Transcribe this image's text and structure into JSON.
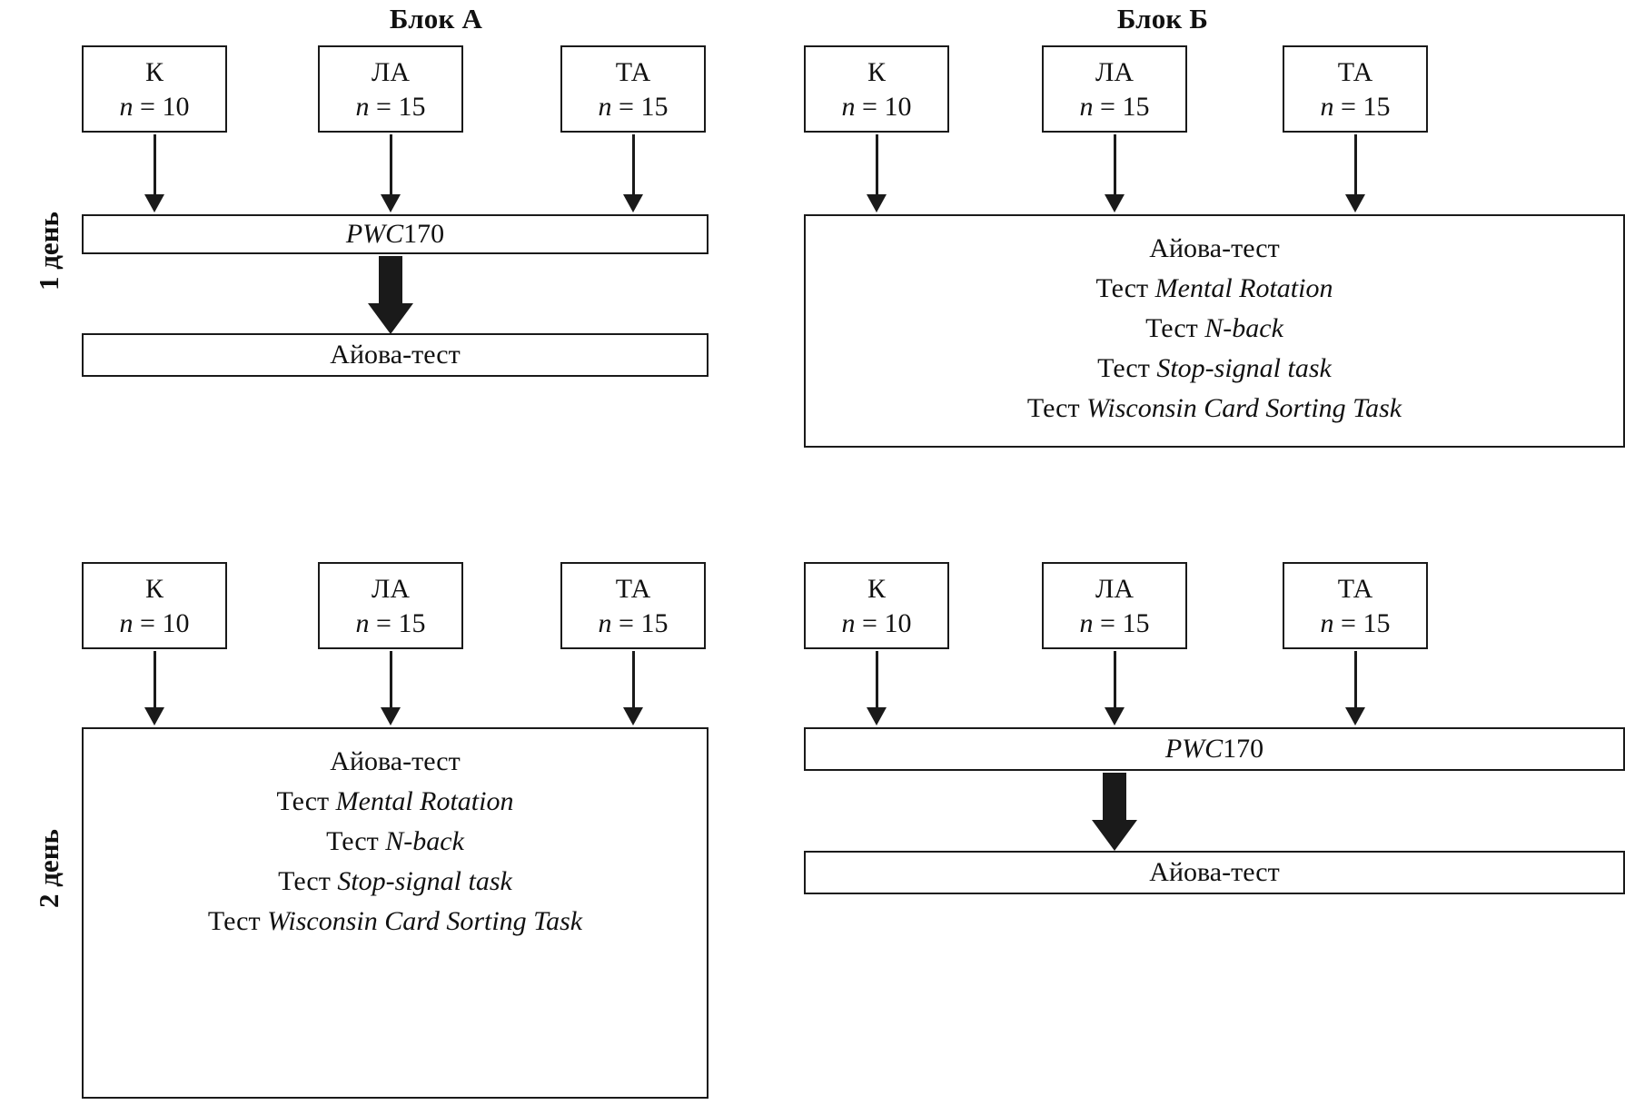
{
  "figure": {
    "day_labels": [
      {
        "id": "day1",
        "text": "1 день"
      },
      {
        "id": "day2",
        "text": "2 день"
      }
    ],
    "block_titles": [
      {
        "id": "blockA",
        "text": "Блок А"
      },
      {
        "id": "blockB",
        "text": "Блок Б"
      }
    ],
    "groups": [
      {
        "name": "К",
        "n_label": "n",
        "eq": " = ",
        "n_value": "10",
        "n_full": "n = 10"
      },
      {
        "name": "ЛА",
        "n_label": "n",
        "eq": " = ",
        "n_value": "15",
        "n_full": "n = 15"
      },
      {
        "name": "ТА",
        "n_label": "n",
        "eq": " = ",
        "n_value": "15",
        "n_full": "n = 15"
      }
    ],
    "tests": {
      "pwc_italic": "PWC",
      "pwc_upright": "170",
      "iowa": "Айова-тест",
      "battery_lines": [
        {
          "prefix": "",
          "italic": "",
          "plain": "Айова-тест"
        },
        {
          "prefix": "Тест ",
          "italic": "Mental Rotation",
          "plain": ""
        },
        {
          "prefix": "Тест ",
          "italic": "N-back",
          "plain": ""
        },
        {
          "prefix": "Тест ",
          "italic": "Stop-signal task",
          "plain": ""
        },
        {
          "prefix": "Тест ",
          "italic": "Wisconsin Card Sorting Task",
          "plain": ""
        }
      ]
    },
    "quadrants": [
      {
        "id": "day1-blockA",
        "day": "1 день",
        "block": "Блок А",
        "flow": [
          "PWC170",
          "Айова-тест"
        ]
      },
      {
        "id": "day1-blockB",
        "day": "1 день",
        "block": "Блок Б",
        "flow": [
          "Айова-тест / Тест Mental Rotation / Тест N-back / Тест Stop-signal task / Тест Wisconsin Card Sorting Task"
        ]
      },
      {
        "id": "day2-blockA",
        "day": "2 день",
        "block": "Блок А",
        "flow": [
          "Айова-тест / Тест Mental Rotation / Тест N-back / Тест Stop-signal task / Тест Wisconsin Card Sorting Task"
        ]
      },
      {
        "id": "day2-blockB",
        "day": "2 день",
        "block": "Блок Б",
        "flow": [
          "PWC170",
          "Айова-тест"
        ]
      }
    ],
    "colors": {
      "ink": "#1a1a1a",
      "background": "#ffffff"
    }
  }
}
